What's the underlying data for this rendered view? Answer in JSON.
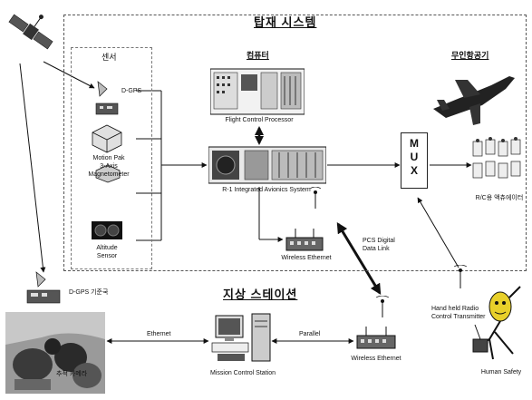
{
  "headers": {
    "onboard_system": "탑재 시스템",
    "ground_station": "지상 스테이션",
    "sensor": "센서",
    "computer": "컴퓨터",
    "uav": "무인항공기"
  },
  "labels": {
    "dgps": "D-GPS",
    "motionpak": "Motion Pak",
    "three_axis": "3-Axis",
    "magnetometer": "Magnetometer",
    "altitude": "Altitude",
    "sensor_word": "Sensor",
    "fcp": "Flight Control Processor",
    "ias": "R-1 Integrated Avionics System",
    "wireless_onboard": "Wireless   Ethernet",
    "pcs_line1": "PCS Digital",
    "pcs_line2": "Data Link",
    "rc_servos": "R/C용 액츄에이터",
    "dgps_base": "D-GPS 기준국",
    "ethernet": "Ethernet",
    "parallel": "Parallel",
    "mcs": "Mission Control Station",
    "wireless_ground": "Wireless Ethernet",
    "hand_line1": "Hand held Radio",
    "hand_line2": "Control Transmitter",
    "human_safety": "Human Safety",
    "tracking": "추적 카메라"
  },
  "mux_letters": [
    "M",
    "U",
    "X"
  ]
}
